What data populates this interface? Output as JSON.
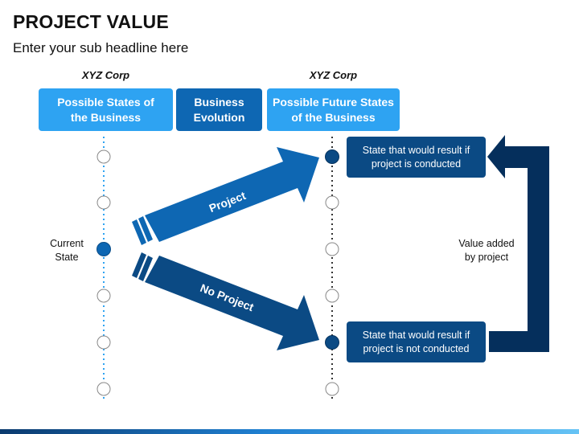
{
  "header": {
    "title": "PROJECT VALUE",
    "subtitle": "Enter your sub headline here"
  },
  "columns": {
    "left_corp": "XYZ Corp",
    "right_corp": "XYZ Corp",
    "left_header": "Possible States of the Business",
    "middle_header": "Business Evolution",
    "right_header": "Possible Future States of the Business"
  },
  "labels": {
    "current_state": "Current State",
    "value_added": "Value added by project"
  },
  "arrows": {
    "project": "Project",
    "no_project": "No Project"
  },
  "states": {
    "conducted": "State that would result if project is conducted",
    "not_conducted": "State that would result if project is not conducted"
  },
  "colors": {
    "light_blue": "#2ea3f2",
    "mid_blue": "#0e67b3",
    "dark_blue": "#0b4a84",
    "navy": "#052f5c"
  }
}
